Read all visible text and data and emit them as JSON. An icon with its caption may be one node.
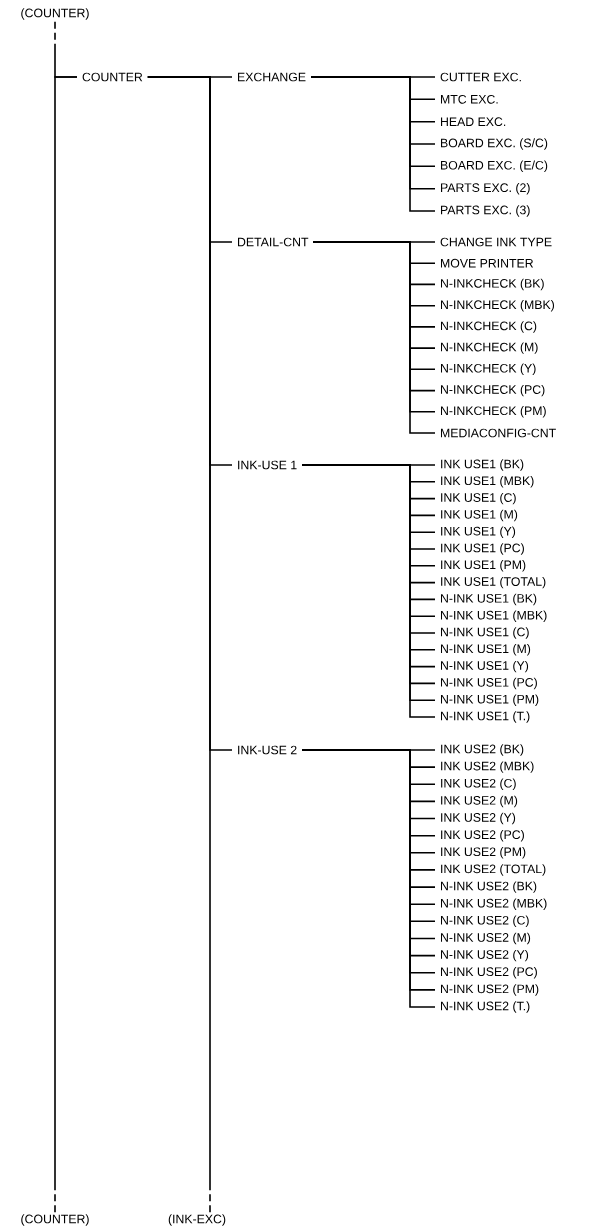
{
  "diagram": {
    "nodes": [
      {
        "text": [
          "(COUNTER)"
        ]
      },
      {
        "text": [
          "COUNTER"
        ]
      },
      {
        "text": [
          "EXCHANGE"
        ]
      },
      {
        "text": [
          "CUTTER EXC."
        ]
      },
      {
        "text": [
          "MTC EXC."
        ]
      },
      {
        "text": [
          "HEAD EXC."
        ]
      },
      {
        "text": [
          "BOARD EXC. (S/C)"
        ]
      },
      {
        "text": [
          "BOARD EXC. (E/C)"
        ]
      },
      {
        "text": [
          "PARTS EXC. (2)"
        ]
      },
      {
        "text": [
          "PARTS EXC. (3)"
        ]
      },
      {
        "text": [
          "DETAIL-CNT"
        ]
      },
      {
        "text": [
          "CHANGE INK TYPE"
        ]
      },
      {
        "text": [
          "MOVE PRINTER"
        ]
      },
      {
        "text": [
          "N-INKCHECK (BK)"
        ]
      },
      {
        "text": [
          "N-INKCHECK (MBK)"
        ]
      },
      {
        "text": [
          "N-INKCHECK (C)"
        ]
      },
      {
        "text": [
          "N-INKCHECK (M)"
        ]
      },
      {
        "text": [
          "N-INKCHECK (Y)"
        ]
      },
      {
        "text": [
          "N-INKCHECK (PC)"
        ]
      },
      {
        "text": [
          "N-INKCHECK (PM)"
        ]
      },
      {
        "text": [
          "MEDIACONFIG-CNT"
        ]
      },
      {
        "text": [
          "INK-USE 1"
        ]
      },
      {
        "text": [
          "INK USE1 (BK)"
        ]
      },
      {
        "text": [
          "INK USE1 (MBK)"
        ]
      },
      {
        "text": [
          "INK USE1 (C)"
        ]
      },
      {
        "text": [
          "INK USE1 (M)"
        ]
      },
      {
        "text": [
          "INK USE1 (Y)"
        ]
      },
      {
        "text": [
          "INK USE1 (PC)"
        ]
      },
      {
        "text": [
          "INK USE1 (PM)"
        ]
      },
      {
        "text": [
          "INK USE1 (TOTAL)"
        ]
      },
      {
        "text": [
          "N-INK USE1 (BK)"
        ]
      },
      {
        "text": [
          "N-INK USE1 (MBK)"
        ]
      },
      {
        "text": [
          "N-INK USE1 (C)"
        ]
      },
      {
        "text": [
          "N-INK USE1 (M)"
        ]
      },
      {
        "text": [
          "N-INK USE1 (Y)"
        ]
      },
      {
        "text": [
          "N-INK USE1 (PC)"
        ]
      },
      {
        "text": [
          "N-INK USE1 (PM)"
        ]
      },
      {
        "text": [
          "N-INK USE1 (T.)"
        ]
      },
      {
        "text": [
          "INK-USE 2"
        ]
      },
      {
        "text": [
          "INK USE2 (BK)"
        ]
      },
      {
        "text": [
          "INK USE2 (MBK)"
        ]
      },
      {
        "text": [
          "INK USE2 (C)"
        ]
      },
      {
        "text": [
          "INK USE2 (M)"
        ]
      },
      {
        "text": [
          "INK USE2 (Y)"
        ]
      },
      {
        "text": [
          "INK USE2 (PC)"
        ]
      },
      {
        "text": [
          "INK USE2 (PM)"
        ]
      },
      {
        "text": [
          "INK USE2 (TOTAL)"
        ]
      },
      {
        "text": [
          "N-INK USE2 (BK)"
        ]
      },
      {
        "text": [
          "N-INK USE2 (MBK)"
        ]
      },
      {
        "text": [
          "N-INK USE2 (C)"
        ]
      },
      {
        "text": [
          "N-INK USE2 (M)"
        ]
      },
      {
        "text": [
          "N-INK USE2 (Y)"
        ]
      },
      {
        "text": [
          "N-INK USE2 (PC)"
        ]
      },
      {
        "text": [
          "N-INK USE2 (PM)"
        ]
      },
      {
        "text": [
          "N-INK USE2 (T.)"
        ]
      },
      {
        "text": [
          "(COUNTER)"
        ]
      },
      {
        "text": [
          "(INK-EXC)"
        ]
      }
    ],
    "edges": [
      {
        "from": 0,
        "to": 1,
        "arrow": "none",
        "style": "dashed"
      },
      {
        "from": 1,
        "to": 55,
        "arrow": "none",
        "style": "dashed"
      },
      {
        "from": 1,
        "to": 2,
        "arrow": "none"
      },
      {
        "from": 1,
        "to": 10,
        "arrow": "none"
      },
      {
        "from": 1,
        "to": 21,
        "arrow": "none"
      },
      {
        "from": 1,
        "to": 38,
        "arrow": "none"
      },
      {
        "from": 1,
        "to": 56,
        "arrow": "none",
        "style": "dashed"
      },
      {
        "from": 2,
        "to": 3,
        "arrow": "none"
      },
      {
        "from": 2,
        "to": 4,
        "arrow": "none"
      },
      {
        "from": 2,
        "to": 5,
        "arrow": "none"
      },
      {
        "from": 2,
        "to": 6,
        "arrow": "none"
      },
      {
        "from": 2,
        "to": 7,
        "arrow": "none"
      },
      {
        "from": 2,
        "to": 8,
        "arrow": "none"
      },
      {
        "from": 2,
        "to": 9,
        "arrow": "none"
      },
      {
        "from": 10,
        "to": 11,
        "arrow": "none"
      },
      {
        "from": 10,
        "to": 12,
        "arrow": "none"
      },
      {
        "from": 10,
        "to": 13,
        "arrow": "none"
      },
      {
        "from": 10,
        "to": 14,
        "arrow": "none"
      },
      {
        "from": 10,
        "to": 15,
        "arrow": "none"
      },
      {
        "from": 10,
        "to": 16,
        "arrow": "none"
      },
      {
        "from": 10,
        "to": 17,
        "arrow": "none"
      },
      {
        "from": 10,
        "to": 18,
        "arrow": "none"
      },
      {
        "from": 10,
        "to": 19,
        "arrow": "none"
      },
      {
        "from": 10,
        "to": 20,
        "arrow": "none"
      },
      {
        "from": 21,
        "to": 22,
        "arrow": "none"
      },
      {
        "from": 21,
        "to": 23,
        "arrow": "none"
      },
      {
        "from": 21,
        "to": 24,
        "arrow": "none"
      },
      {
        "from": 21,
        "to": 25,
        "arrow": "none"
      },
      {
        "from": 21,
        "to": 26,
        "arrow": "none"
      },
      {
        "from": 21,
        "to": 27,
        "arrow": "none"
      },
      {
        "from": 21,
        "to": 28,
        "arrow": "none"
      },
      {
        "from": 21,
        "to": 29,
        "arrow": "none"
      },
      {
        "from": 21,
        "to": 30,
        "arrow": "none"
      },
      {
        "from": 21,
        "to": 31,
        "arrow": "none"
      },
      {
        "from": 21,
        "to": 32,
        "arrow": "none"
      },
      {
        "from": 21,
        "to": 33,
        "arrow": "none"
      },
      {
        "from": 21,
        "to": 34,
        "arrow": "none"
      },
      {
        "from": 21,
        "to": 35,
        "arrow": "none"
      },
      {
        "from": 21,
        "to": 36,
        "arrow": "none"
      },
      {
        "from": 21,
        "to": 37,
        "arrow": "none"
      },
      {
        "from": 38,
        "to": 39,
        "arrow": "none"
      },
      {
        "from": 38,
        "to": 40,
        "arrow": "none"
      },
      {
        "from": 38,
        "to": 41,
        "arrow": "none"
      },
      {
        "from": 38,
        "to": 42,
        "arrow": "none"
      },
      {
        "from": 38,
        "to": 43,
        "arrow": "none"
      },
      {
        "from": 38,
        "to": 44,
        "arrow": "none"
      },
      {
        "from": 38,
        "to": 45,
        "arrow": "none"
      },
      {
        "from": 38,
        "to": 46,
        "arrow": "none"
      },
      {
        "from": 38,
        "to": 47,
        "arrow": "none"
      },
      {
        "from": 38,
        "to": 48,
        "arrow": "none"
      },
      {
        "from": 38,
        "to": 49,
        "arrow": "none"
      },
      {
        "from": 38,
        "to": 50,
        "arrow": "none"
      },
      {
        "from": 38,
        "to": 51,
        "arrow": "none"
      },
      {
        "from": 38,
        "to": 52,
        "arrow": "none"
      },
      {
        "from": 38,
        "to": 53,
        "arrow": "none"
      },
      {
        "from": 38,
        "to": 54,
        "arrow": "none"
      }
    ]
  }
}
